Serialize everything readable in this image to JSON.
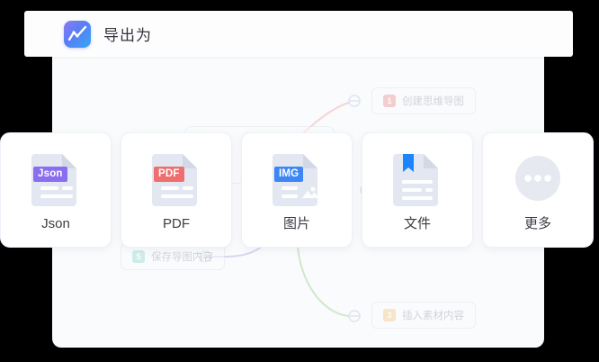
{
  "header": {
    "app_icon": "line-chart-app-icon",
    "title": "导出为"
  },
  "export_options": [
    {
      "id": "json",
      "label": "Json",
      "badge_text": "Json",
      "badge_color": "#8a6ef0",
      "icon": "json-document-icon"
    },
    {
      "id": "pdf",
      "label": "PDF",
      "badge_text": "PDF",
      "badge_color": "#ef6e6e",
      "icon": "pdf-document-icon"
    },
    {
      "id": "image",
      "label": "图片",
      "badge_text": "IMG",
      "badge_color": "#3d87f5",
      "icon": "image-document-icon"
    },
    {
      "id": "file",
      "label": "文件",
      "badge_text": "",
      "badge_color": "#1a85ff",
      "icon": "bookmarked-document-icon"
    },
    {
      "id": "more",
      "label": "更多",
      "badge_text": "",
      "badge_color": "#e6e9f0",
      "icon": "ellipsis-circle-icon"
    }
  ],
  "mindmap": {
    "nodes": [
      {
        "id": "create",
        "number": "1",
        "label": "创建思维导图",
        "badge_color": "#f0a3a3"
      },
      {
        "id": "save",
        "number": "5",
        "label": "保存导图内容",
        "badge_color": "#a5dedb"
      },
      {
        "id": "insert",
        "number": "3",
        "label": "插入素材内容",
        "badge_color": "#f7ce94"
      }
    ],
    "connector_colors": {
      "to_create": "#f6d3d3",
      "to_save": "#d9d6ee",
      "to_insert": "#cfe8cb"
    }
  }
}
